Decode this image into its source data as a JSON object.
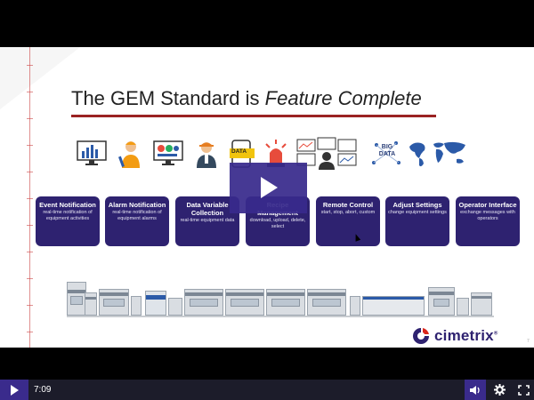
{
  "slide": {
    "title_plain": "The GEM Standard is ",
    "title_emph": "Feature Complete",
    "icons": [
      {
        "name": "bar-chart-monitor-icon",
        "label": ""
      },
      {
        "name": "technician-icon",
        "label": ""
      },
      {
        "name": "dashboard-monitor-icon",
        "label": ""
      },
      {
        "name": "engineer-icon",
        "label": ""
      },
      {
        "name": "data-phone-icon",
        "label": "DATA"
      },
      {
        "name": "alarm-light-icon",
        "label": ""
      },
      {
        "name": "operator-screens-icon",
        "label": ""
      },
      {
        "name": "big-data-icon",
        "label": "BIG DATA"
      },
      {
        "name": "world-map-icon",
        "label": ""
      }
    ],
    "cards": [
      {
        "title": "Event Notification",
        "desc": "real-time notification of equipment activities"
      },
      {
        "title": "Alarm Notification",
        "desc": "real-time notification of equipment alarms"
      },
      {
        "title": "Data Variable Collection",
        "desc": "real-time equipment data"
      },
      {
        "title": "Recipe Management",
        "desc": "download, upload, delete, select"
      },
      {
        "title": "Remote Control",
        "desc": "start, stop, abort, custom"
      },
      {
        "title": "Adjust Settings",
        "desc": "change equipment settings"
      },
      {
        "title": "Operator Interface",
        "desc": "exchange messages with operators"
      }
    ],
    "logo": {
      "text": "cimetrix",
      "reg": "®"
    },
    "slide_number": "7"
  },
  "player": {
    "time": "7:09",
    "play_icon": "play-icon",
    "volume_icon": "volume-icon",
    "settings_icon": "gear-icon",
    "fullscreen_icon": "fullscreen-icon"
  },
  "colors": {
    "card_bg": "#2e2270",
    "title_rule": "#9a2222",
    "play_overlay": "#382a8c",
    "control_bar": "#1c1c2a",
    "accent": "#3a2b8c"
  }
}
